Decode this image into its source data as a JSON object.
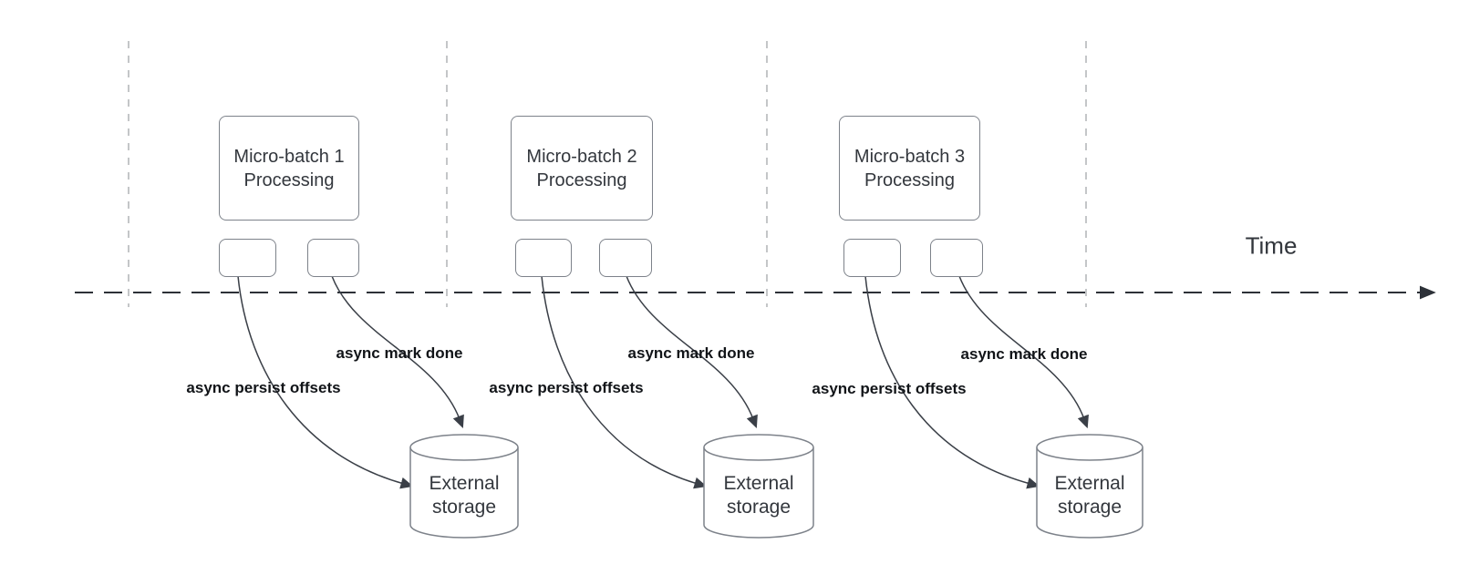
{
  "diagram_title": "micro-batch-async-progress-tracking",
  "colors": {
    "background": "#ffffff",
    "shape_fill": "#ffffff",
    "shape_border": "#7d828a",
    "connector": "#3a3f47",
    "timeline": "#2d3138",
    "guide_dash": "#b0b3b6",
    "shape_text": "#33373d",
    "annotation_text": "#111418"
  },
  "timeline": {
    "label": "Time"
  },
  "sections": [
    {
      "batch_line1": "Micro-batch 1",
      "batch_line2": "Processing",
      "persist_label": "async persist offsets",
      "mark_done_label": "async mark done",
      "storage_line1": "External",
      "storage_line2": "storage"
    },
    {
      "batch_line1": "Micro-batch 2",
      "batch_line2": "Processing",
      "persist_label": "async persist offsets",
      "mark_done_label": "async mark done",
      "storage_line1": "External",
      "storage_line2": "storage"
    },
    {
      "batch_line1": "Micro-batch 3",
      "batch_line2": "Processing",
      "persist_label": "async persist offsets",
      "mark_done_label": "async mark done",
      "storage_line1": "External",
      "storage_line2": "storage"
    }
  ]
}
